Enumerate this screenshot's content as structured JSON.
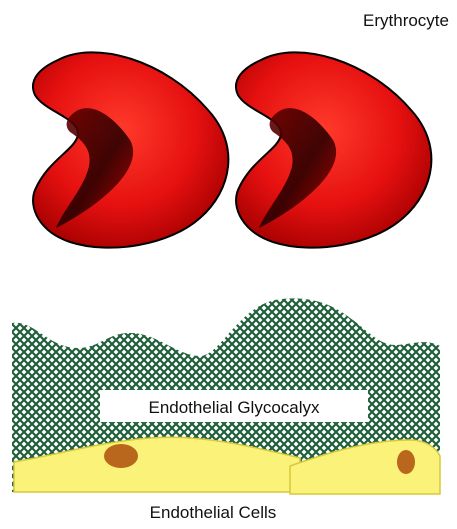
{
  "labels": {
    "erythrocyte": "Erythrocyte",
    "glycocalyx": "Endothelial Glycocalyx",
    "cells": "Endothelial Cells"
  },
  "colors": {
    "erythrocyte_fill": "#e51010",
    "erythrocyte_dark": "#5a0000",
    "glycocalyx": "#1f5f3a",
    "cell_fill": "#fbf27a",
    "cell_edge": "#d8c83a",
    "nucleus": "#b8671c"
  }
}
